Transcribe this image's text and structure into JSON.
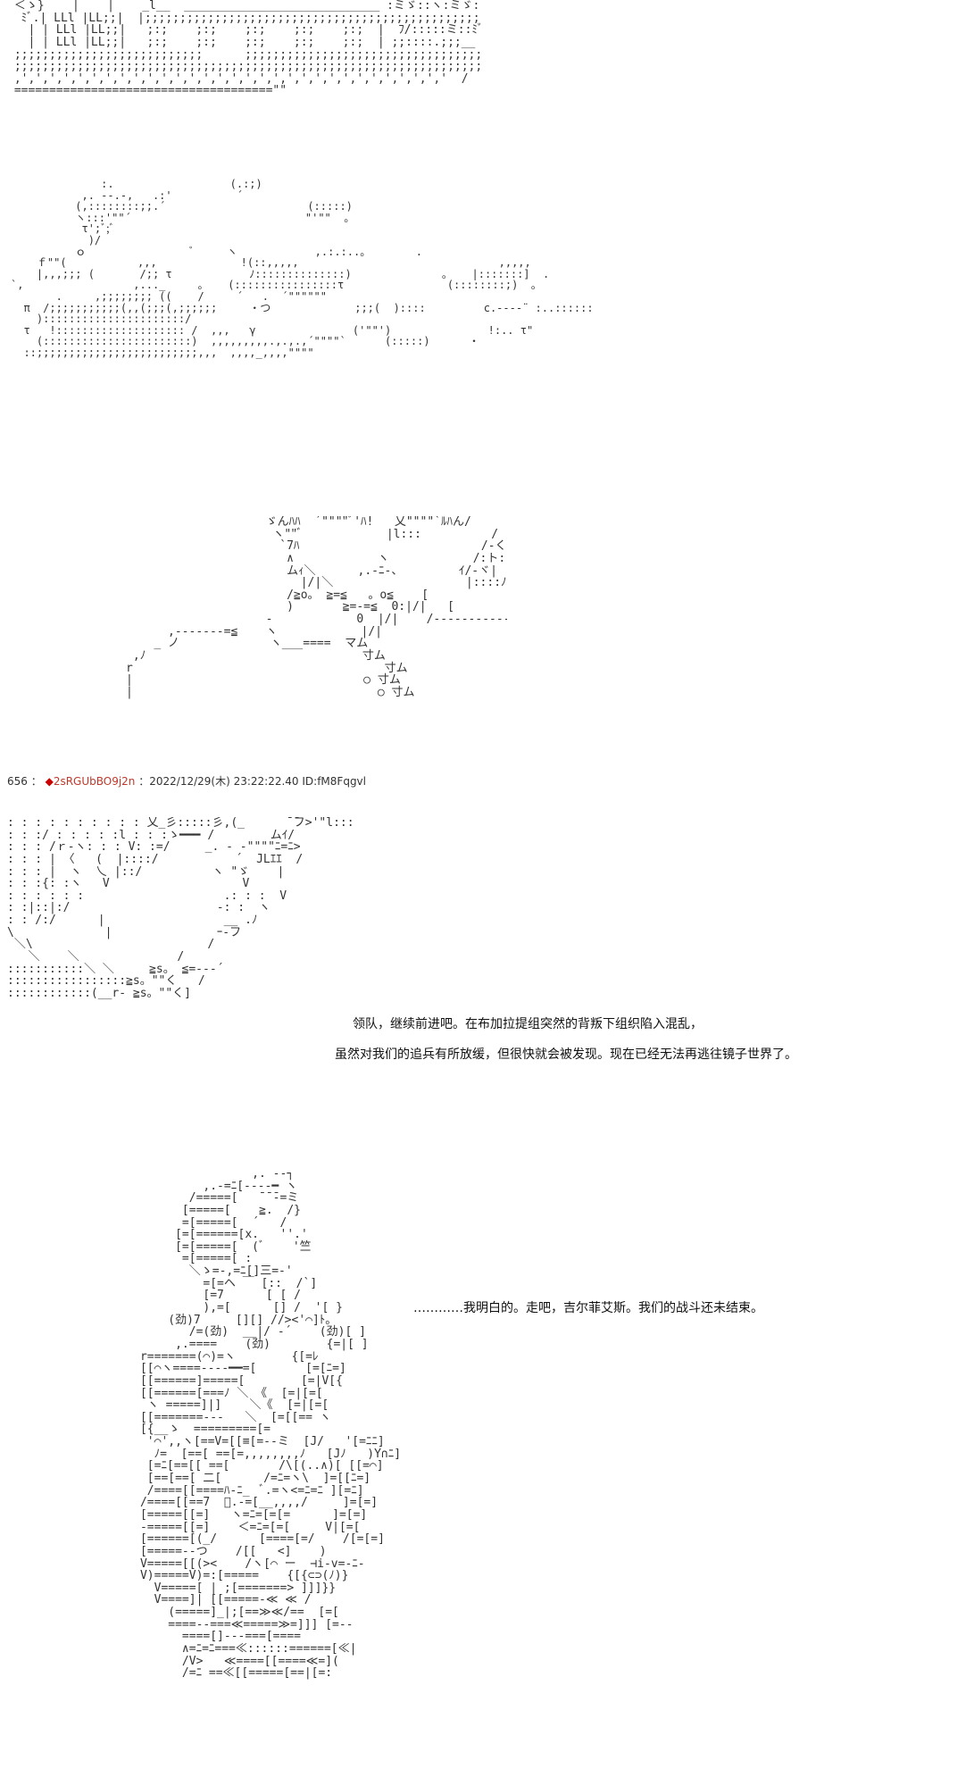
{
  "art": {
    "top": " ＜ゝ}    |    |    _l__  ____________________________ :ミゞ::ヽ:ミゞ:ミ:::;\n  ﾐﾞ.| LLl |LL;;|  |;;;;;;;;;;;;;;;;;;;;;;;;;;;;;;;;;;;;;;;;;;;;;;;;;;;;;;;;;;| ﾐﾞ:::ﾐﾞミ:ﾐﾞ::;;;__\n   | | LLl |LL;;|   ;:;    ;:;    ;:;    ;:;    ;:;  |  ﾌ/:::::ミ::ﾐﾞ:\n   | | LLl |LL;;|   ;:;    ;:;    ;:;    ;:;    ;:;  | ;;::::.;;;__  ======\n ;;;;;;;;;;;;;;;;;;;;;;;;;;;      ;;;;;;;;;;;;;;;;;;;;;;;;;;;;;;;;;;;;;;;;;;;;;;;;;;;;;;;;;;;;;;.:.\n ;;;;;;;;;;;;;;;;;;;;;;;;;;;;;;;;;;;;;;;;;;;;;;;;;;;;;;;;;;;;;;;;;;;;;;;;;;;;;;;;;;;;;;;;;;;;;;;;:;:;\n ,',',',',',',',',',',',',',',',',',',',',',',',',',',',',',','  /\n =====================================\"\"",
    "scatter": "              :.                  (.:;)\n           ,. -‐.-,   .:'          ´\n          (,::::::::;;.´                      (:::::)\n          ヽ:::'\"\"´                           \"'\"\"  。\n           τ';ﾞ;ﾞ\n            )/\n          ｏ                ﾞ     ヽ            ,.:.:..。       .\n    ｆ\"\"(           ,,,             !(::,,,,,                               ,,,,,\n    |,,,;;; (       /;; τ            ﾉ::::::::::::::)              。   |:::::::]  .\n`,                 ,..._     。   (::::::::::::::::τ                (::::::::;)  。\n       .     ,;;;;;;;; ((    /     ´   .  ´\"\"\"\"\"\"\n  π  /;;;;;;;;;;;(,,(;;;(,;;;;;;     ・つ             ;;;(  )::::         c.-‐‐‐¨ :..::::::\n    )::::::::::::::::::::::/\n  τ   !:::::::::::::::::::: /  ,,,   γ               ('\"\"')               !:.. τ\"\n    (:::::::::::::::::::::::)  ,,,,,,,,,.,.,.,´\"\"\"\"`      (:::::)      ・\n  ::;;;;;;;;;;;;;;;;;;;;;;;;;,,,  ,,,,_,,,,\"\"\"\"",
    "figure_a": "                                     ゞんﾊﾊ  ´\"\"\"\"ﾞ'ﾊ!   乂\"\"\"\"`ﾙﾊん/\n                                      ヽ\"\"ﾞ            |l:::          /\n                                       `7ﾊ                          /-く\n                                        ∧            ヽ            /:ト:[\n                                        ムｨ＼      ,.-ﾆ-、        ｲ/-ヾ|\n                                          |/|＼                   |::::ﾉ\\\n                                        /≧o。 ≧=≦   。o≦    [\n                                        )       ≧=-=≦  0:|/|   [\n                                     -            0  |/|    /-‐‐‐‐‐‐‐‐‐‐‐‐     ＼\n                       ,-‐‐‐‐‐‐=≦    ヽ            |/|                              ＼\n                     _ ノ             ヽ___====  マム\n                  ,ﾉ                               寸ム\n                 r                                    寸ム\n                 |                                 ○ 寸ム\n                 |                                   ○ 寸ム",
    "figure_b": ": : : : : : : : : : 乂_彡:::::彡,(_      ̄ ̄フ>'\"l:::::::/\n: : :/ : : : : :l : : :ゝ━━━ /        ムｲ/\n: : : /ｒ‐ヽ: : : V: :=/     _. ‐ ‐\"\"\"\"ﾆ=ﾆ>\n: : : | 〈   (  |::::/           ´  ̄JLｴｴ  /\n: : : |  ヽ  乀 |::/          ヽ \"ゞ    |\n: : :{: :ヽ   V                   V\n: : : : : :                    .: : :  V\n: :|::|:/                     ‐: :  ヽ\n: : /:/      |                 __ .ﾉ\n\\             |               ｰ‐フ\n ＼\\                         /\n   ＼    ＼              /\n:::::::::::＼ ＼     ≧s。 ≦=‐‐‐´\n:::::::::::::::::≧s。\"\"く   /\n::::::::::::(__r‐ ≧s。\"\"く]",
    "figure_c": "                      ,. ‐‐┐\n               ,.-=ﾆ[-‐‐‐━ ヽ\n             /=====[   ̄ ̄ ̄-=ミ\n            [=====[    ≧.  /}\n            =[=====[  ´   / \n           [=[======[x.   ''.'\n           [=[=====[  (ﾞ    '竺\n            =[=====[ :      \n             ＼ゝ=-,=ﾆ[]三=-'\n               =[=ヘ ￣ [::  /`]\n               [=7      [ [ /\n               ),=[      [] /  '[ }\n          (劲)7     [][] //><'⌒]ﾄ。\n             /=(劲)  __|/ ‐´    (劲)[ ]\n           ,.====    (劲)        {=|[ ]\n      r=======(⌒)=ヽ        {[=ﾚ\n      [[⌒ヽ====‐‐‐‐━━=[       [=[ﾆ=]\n      [[======]=====[        [=|V[{\n      [[======[===ﾉ ＼ 《  [=|[=[\n       ヽ =====]|]    ＼《  [=|[=[\n      [[=======‐‐‐   ＼  [=[[== ヽ\n      [{__ゝ  =========[=\n       '⌒',,ヽ[==V=[[≡[=‐‐ミ  [J/   '[=ﾆﾆ]\n        ﾉ=  [==[ ==[=,,,,,,,,ﾉ   [Jﾉ   )Y∩ﾆ]\n       [=ﾆ[==[[ ==[       /\\[(..∧)[ [[=⌒]\n       [==[==[ 二[      /=ﾆ=ヽ\\  ]=[[ﾆ=]\n       /====[[====ﾊ-ﾆ_  ﾞ.=ヽ<=ﾆ=ﾆ ][=ﾆ]\n      /====[[==7  ﾞ.‐=[__,,,,/     ]=[=]\n      [=====[[=]   ヽ=ﾆ=[=[=      ]=[=]\n      ‐=====[[=]    ＜=ﾆ=[=[     V|[=[\n      [======[(_/      [====[=/    /[=[=]\n      [=====‐‐つ    /[[   <]    ) \n      V=====[[(><    /ヽ[⌒ ー  ⊣i-v=‐ﾆ‐\n      V)=====V)=:[=====    {[{⊂⊃(ﾉ)}\n        V=====[ | ;[=======> ]]]}}\n        V====]| [[=====‐≪ ≪ /\n          (=====]_|;[==≫≪/==  [=[\n          ====‐‐===≪=====≫=]]] [=‐‐\n            ====[]‐‐‐===[====\n            ∧=ﾆ=ﾆ===≪::::::======[≪|\n            /V>   ≪====[[====≪=](\n            /=ﾆ ==≪[[=====[==|[=:"
  },
  "post": {
    "number": "656",
    "separator": "：",
    "trip_mark": "◆",
    "trip": "2sRGUbBO9j2n",
    "timestamp": "：2022/12/29(木) 23:22:22.40 ID:fM8Fqgvl"
  },
  "dialogue": {
    "line_1": "领队，继续前进吧。在布加拉提组突然的背叛下组织陷入混乱，",
    "line_2": "虽然对我们的追兵有所放缓，但很快就会被发现。现在已经无法再逃往镜子世界了。",
    "line_3": "…………我明白的。走吧，吉尔菲艾斯。我们的战斗还未结束。"
  }
}
